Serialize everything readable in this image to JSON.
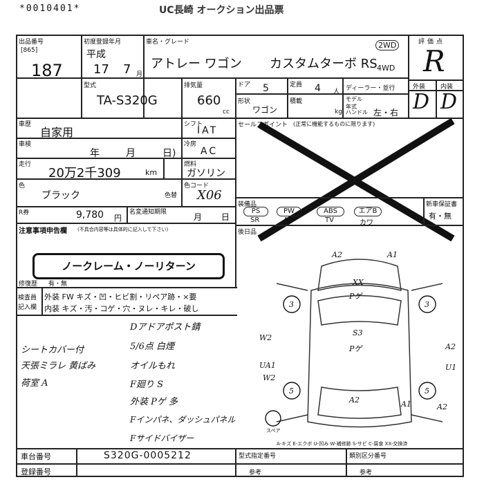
{
  "header": {
    "serial": "*0010401*",
    "title": "UC長崎 オークション出品票"
  },
  "lot": {
    "label": "出品番号",
    "code": "[865]",
    "number": "187"
  },
  "registration": {
    "label": "初度登録年月",
    "era": "平成",
    "year": "17",
    "month": "7",
    "month_unit": "月"
  },
  "model": {
    "label": "車名・グレード",
    "name": "アトレー ワゴン",
    "grade": "カスタムターボ RS",
    "drive_2wd": "2WD",
    "drive_4wd": "4WD"
  },
  "rating": {
    "label": "評価点",
    "score": "R",
    "ext_label": "外装",
    "int_label": "内装",
    "ext": "D",
    "int": "D"
  },
  "type": {
    "label": "型式",
    "value": "TA-S320G"
  },
  "displacement": {
    "label": "排気量",
    "value": "660",
    "unit": "cc"
  },
  "doors": {
    "label": "ドア",
    "value": "5"
  },
  "capacity": {
    "label": "定員",
    "value": "4",
    "unit": "人"
  },
  "dealer": {
    "label": "ディーラー・並行"
  },
  "shape": {
    "label": "形状",
    "value": "ワゴン"
  },
  "load": {
    "label": "積載",
    "unit": "kg"
  },
  "model_year": {
    "label": "モデル年式"
  },
  "handle": {
    "label": "ハンドル",
    "value": "左・右"
  },
  "usage": {
    "label": "車歴",
    "value": "自家用"
  },
  "shift": {
    "label": "シフト",
    "value": "IAT"
  },
  "inspection": {
    "label": "車検",
    "year": "年",
    "month": "月",
    "day": "日)"
  },
  "aircon": {
    "label": "冷房",
    "value": "AC"
  },
  "mileage": {
    "label": "走行",
    "value": "20万2千309",
    "unit": "km"
  },
  "fuel": {
    "label": "燃料",
    "value": "ガソリン"
  },
  "color": {
    "label": "色",
    "value": "ブラック",
    "swap_label": "色替",
    "code_label": "色コード",
    "code": "X06"
  },
  "tax": {
    "label": "R券",
    "value": "9,780",
    "unit": "円",
    "name_change_label": "名変通知期限",
    "month": "月",
    "day": "日"
  },
  "notes_label": "注意事項申告欄",
  "notes_hint": "(不具合内容等は具体的に記入して下さい)",
  "noclaim": "ノークレーム・ノーリターン",
  "repair_label": "修復歴",
  "repair_value": "有・無",
  "sales_point": {
    "label": "セールスポイント",
    "hint": "(正常に機能するものに限ります)"
  },
  "equipment": {
    "label": "装備品",
    "items": [
      "PS",
      "PW",
      "ABS",
      "エアB",
      "SR",
      "AW",
      "TV",
      "カワ"
    ],
    "new_car_label": "新車保証書",
    "new_car_value": "有・無",
    "rear_label": "後日品"
  },
  "inspector": {
    "label1": "検査員",
    "label2": "記入欄",
    "ext_row": "外装 FW キズ・凹・ヒビ割・リペア跡・×要",
    "int_row": "内装 キズ・汚・コゲ・穴・ヌレ・キレ・破し"
  },
  "handnotes_left": [
    "シートカバー付",
    "天張ミラレ 黄ばみ",
    "荷室 A"
  ],
  "handnotes_right": [
    "Dアドアポスト錆",
    "5/6点 白煙",
    "オイルもれ",
    "F廻り S",
    "外装 Pゲ 多",
    "Fインパネ、ダッシュパネル",
    "Fサイドバイザー"
  ],
  "diagram": {
    "marks": [
      "A2",
      "A1",
      "XX",
      "Pゲ",
      "3",
      "3",
      "W2",
      "S3",
      "Pゲ",
      "A2",
      "U1",
      "UA1",
      "W2",
      "5",
      "5",
      "A2",
      "A1",
      "A2"
    ],
    "spare_label": "スペア",
    "legend": "A-キズ E-エクボ U-凹み W-補修跡 S-サビ C-腐食 XX-交換済"
  },
  "frame": {
    "label": "車台番号",
    "value": "S320G-0005212"
  },
  "reg_no": {
    "label": "登録番号"
  },
  "footer": {
    "type_no_label": "型式指定番号",
    "class_no_label": "類別区分番号",
    "ref": "参考"
  }
}
